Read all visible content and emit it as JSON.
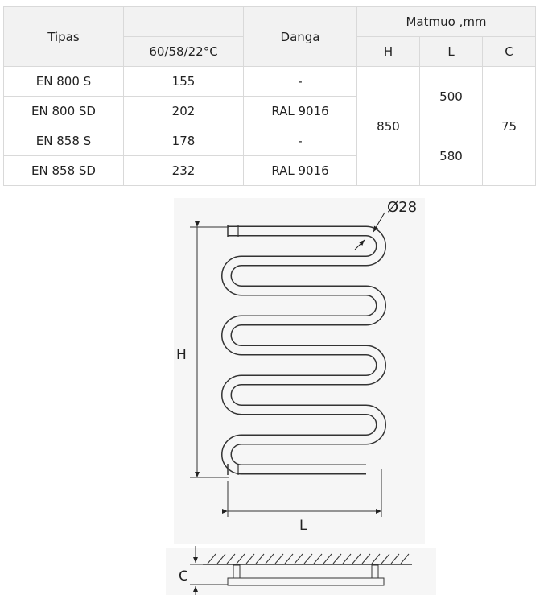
{
  "table": {
    "header": {
      "type": "Tipas",
      "power": "60/58/22°C",
      "coating": "Danga",
      "dimensions": "Matmuo ,mm",
      "h": "H",
      "l": "L",
      "c": "C"
    },
    "rows": [
      {
        "type": "EN 800 S",
        "power": "155",
        "coating": "-"
      },
      {
        "type": "EN 800 SD",
        "power": "202",
        "coating": "RAL 9016"
      },
      {
        "type": "EN 858 S",
        "power": "178",
        "coating": "-"
      },
      {
        "type": "EN 858 SD",
        "power": "232",
        "coating": "RAL 9016"
      }
    ],
    "h_value": "850",
    "l_values": [
      "500",
      "580"
    ],
    "c_value": "75"
  },
  "drawing": {
    "diameter_label": "Ø28",
    "h_label": "H",
    "l_label": "L",
    "c_label": "C"
  }
}
